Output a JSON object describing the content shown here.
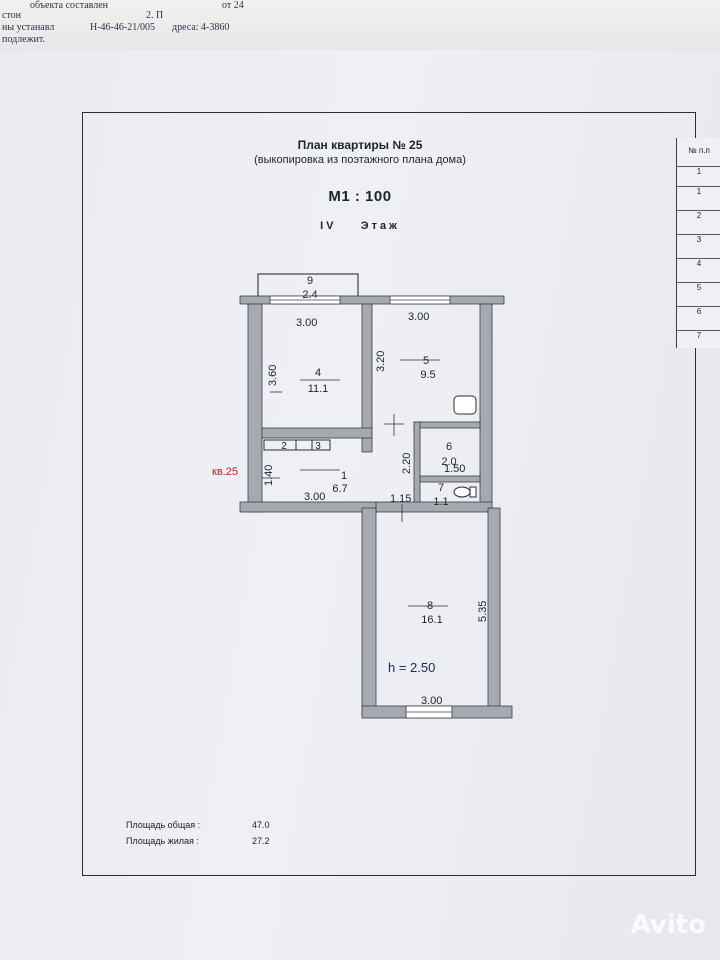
{
  "header_fragment": {
    "line1": "объекта составлен",
    "line2": "ны устанавл",
    "line3": "Н-46-46-21/005",
    "line4": "подлежит.",
    "line5": "2. П",
    "line6": "стон",
    "line7": "дреса: 4-3860",
    "line8": "от 24"
  },
  "title": "План квартиры № 25",
  "subtitle": "(выкопировка из поэтажного плана дома)",
  "scale": "М1 : 100",
  "floor_num": "IV",
  "floor_label": "Этаж",
  "apartment_tag": "кв.25",
  "height_label": "h = 2.50",
  "rooms": [
    {
      "num": "9",
      "area": "2.4"
    },
    {
      "num": "4",
      "area": "11.1"
    },
    {
      "num": "5",
      "area": "9.5"
    },
    {
      "num": "6",
      "area": "2.0"
    },
    {
      "num": "7",
      "area": "1.1"
    },
    {
      "num": "1",
      "area": "6.7"
    },
    {
      "num": "8",
      "area": "16.1"
    },
    {
      "num": "2",
      "area": ""
    },
    {
      "num": "3",
      "area": ""
    }
  ],
  "dimensions": {
    "d_300_a": "3.00",
    "d_300_b": "3.00",
    "d_360": "3.60",
    "d_320": "3.20",
    "d_220": "2.20",
    "d_150": "1.50",
    "d_140": "1.40",
    "d_300_c": "3.00",
    "d_115": "1.15",
    "d_535": "5.35",
    "d_300_d": "3.00"
  },
  "summary": {
    "total_label": "Площадь общая :",
    "total_value": "47.0",
    "living_label": "Площадь жилая :",
    "living_value": "27.2"
  },
  "side_table": {
    "header": "№ п.п",
    "rows": [
      "1",
      "1",
      "2",
      "3",
      "4",
      "5",
      "6",
      "7"
    ]
  },
  "watermark": "Avito",
  "colors": {
    "wall": "#a7a9b0",
    "wall_edge": "#3b3f46",
    "line": "#2b2f36",
    "tag": "#b32525"
  }
}
